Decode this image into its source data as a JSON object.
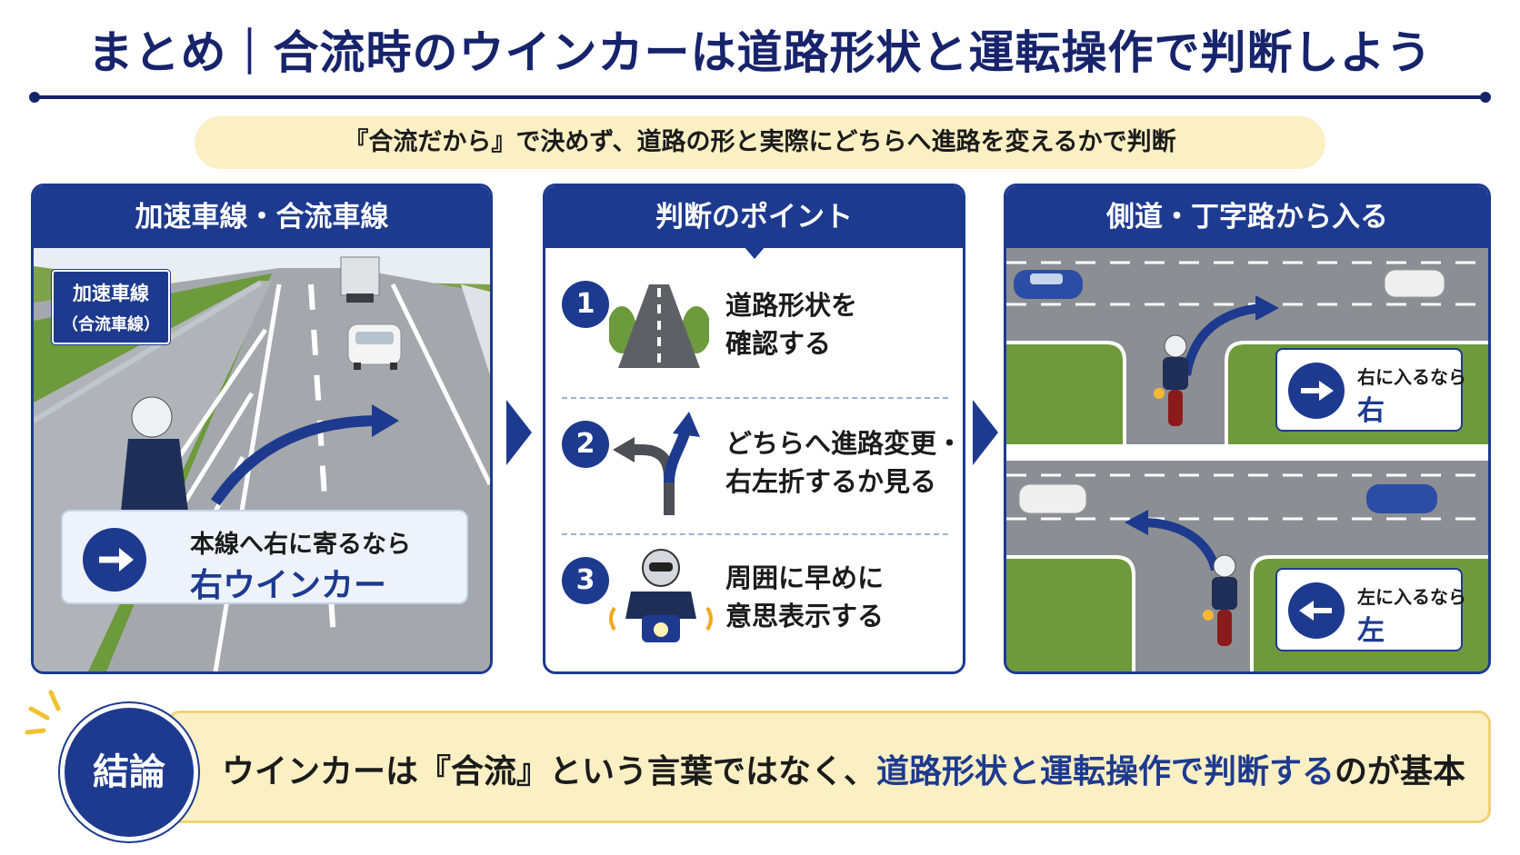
{
  "header": {
    "title": "まとめ｜合流時のウインカーは道路形状と運転操作で判断しよう",
    "subtitle": "『合流だから』で決めず、道路の形と実際にどちらへ進路を変えるかで判断"
  },
  "panel1": {
    "title": "加速車線・合流車線",
    "sign_line1": "加速車線",
    "sign_line2": "（合流車線）",
    "callout_line1": "本線へ右に寄るなら",
    "callout_line2": "右ウインカー"
  },
  "panel2": {
    "title": "判断のポイント",
    "points": [
      {
        "num": "1",
        "line1": "道路形状を",
        "line2": "確認する"
      },
      {
        "num": "2",
        "line1": "どちらへ進路変更・",
        "line2": "右左折するか見る"
      },
      {
        "num": "3",
        "line1": "周囲に早めに",
        "line2": "意思表示する"
      }
    ]
  },
  "panel3": {
    "title": "側道・丁字路から入る",
    "right_small": "右に入るなら",
    "right_big": "右",
    "left_small": "左に入るなら",
    "left_big": "左"
  },
  "conclusion": {
    "badge": "結論",
    "text_a": "ウインカーは『合流』という言葉ではなく、",
    "text_highlight": "道路形状と運転操作で判断する",
    "text_b": "のが基本"
  },
  "colors": {
    "navy": "#1d3a8f",
    "title_navy": "#17246b",
    "cream": "#fbefc4",
    "road": "#8b8f93",
    "grass": "#6f9a3c"
  },
  "icons": [
    "arrow-right-icon",
    "arrow-left-icon",
    "road-icon",
    "split-arrow-icon",
    "rider-icon",
    "motorcycle-icon",
    "truck-icon",
    "car-icon",
    "sparkle-icon"
  ]
}
